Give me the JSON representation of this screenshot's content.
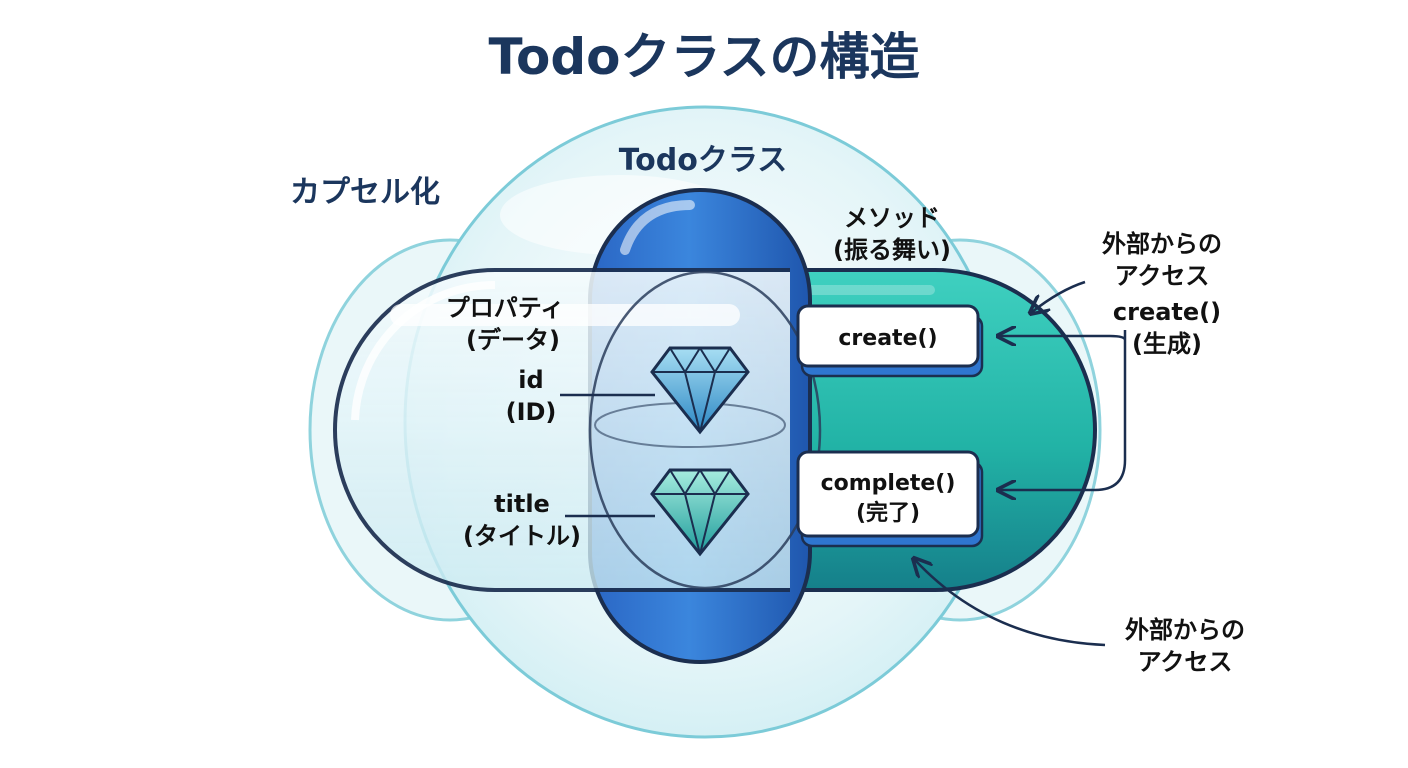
{
  "title": "Todoクラスの構造",
  "class_name": "Todoクラス",
  "encapsulation_label": "カプセル化",
  "properties": {
    "header": [
      "プロパティ",
      "(データ)"
    ],
    "items": [
      {
        "lines": [
          "id",
          "(ID)"
        ]
      },
      {
        "lines": [
          "title",
          "(タイトル)"
        ]
      }
    ]
  },
  "methods": {
    "header": [
      "メソッド",
      "(振る舞い)"
    ],
    "items": [
      {
        "lines": [
          "create()"
        ]
      },
      {
        "lines": [
          "complete()",
          "(完了)"
        ]
      }
    ]
  },
  "external_access_top": {
    "lines": [
      "外部からの",
      "アクセス",
      "create()",
      "(生成)"
    ]
  },
  "external_access_bottom": {
    "lines": [
      "外部からの",
      "アクセス"
    ]
  },
  "colors": {
    "title": "#1b365d",
    "outline": "#1b2e4f",
    "teal": "#20b5a8",
    "blue": "#2f76d0",
    "bubble": "#dff3f6",
    "bubble_edge": "#7ccbd8",
    "gem": "#3fa9d6"
  }
}
